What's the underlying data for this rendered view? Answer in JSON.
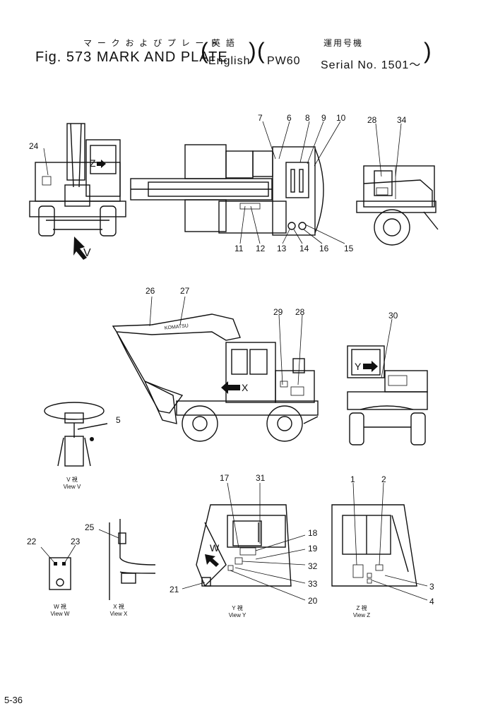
{
  "header": {
    "title_jp": "マ ー ク  お よ び プ レ ー ト",
    "title_jp_paren": "英  語",
    "title_jp_serial": "運用号機",
    "fig_label": "Fig. 573 MARK AND PLATE",
    "lang": "English",
    "model": "PW60",
    "serial": "Serial No. 1501～"
  },
  "page_number": "5-36",
  "view_arrows": {
    "v": "V",
    "z": "Z",
    "x": "X",
    "y": "Y",
    "w": "W"
  },
  "callouts": {
    "n1": "1",
    "n2": "2",
    "n3": "3",
    "n4": "4",
    "n5": "5",
    "n6": "6",
    "n7": "7",
    "n8": "8",
    "n9": "9",
    "n10": "10",
    "n11": "11",
    "n12": "12",
    "n13": "13",
    "n14": "14",
    "n15": "15",
    "n16": "16",
    "n17": "17",
    "n18": "18",
    "n19": "19",
    "n20": "20",
    "n21": "21",
    "n22": "22",
    "n23": "23",
    "n24": "24",
    "n25": "25",
    "n26": "26",
    "n27": "27",
    "n28a": "28",
    "n28b": "28",
    "n29": "29",
    "n30": "30",
    "n31": "31",
    "n32": "32",
    "n33": "33",
    "n34": "34"
  },
  "boom_decal": "KOMATSU",
  "views": {
    "v_jp": "V  視",
    "v_en": "View V",
    "w_jp": "W  視",
    "w_en": "View W",
    "x_jp": "X  視",
    "x_en": "View X",
    "y_jp": "Y  視",
    "y_en": "View Y",
    "z_jp": "Z  視",
    "z_en": "View Z"
  }
}
